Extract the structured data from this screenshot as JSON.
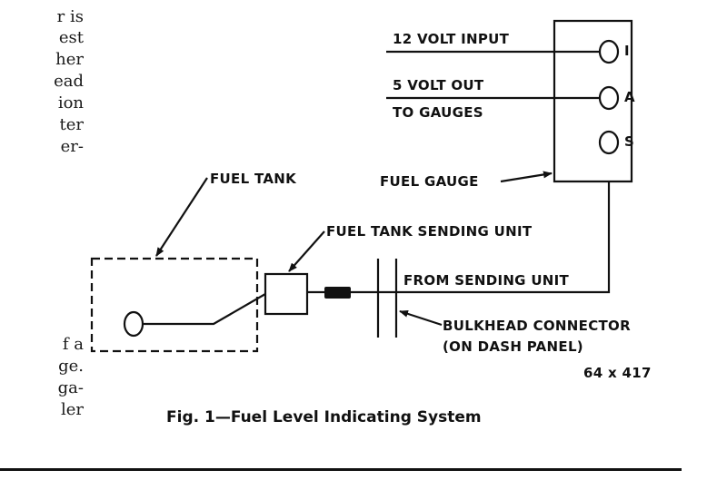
{
  "body_text_top": [
    "r is",
    "est",
    "her",
    "ead",
    "ion",
    "ter",
    "er-"
  ],
  "body_text_bottom": [
    "f a",
    "ge.",
    "ga-",
    "ler"
  ],
  "diagram": {
    "gauge_terminals": [
      "I",
      "A",
      "S"
    ],
    "labels": {
      "volt12_input": "12 VOLT INPUT",
      "volt5_out_line1": "5 VOLT OUT",
      "volt5_out_line2": "TO GAUGES",
      "fuel_gauge": "FUEL GAUGE",
      "fuel_tank": "FUEL TANK",
      "sending_unit": "FUEL TANK SENDING UNIT",
      "from_sending_unit": "FROM SENDING UNIT",
      "bulkhead_line1": "BULKHEAD CONNECTOR",
      "bulkhead_line2": "(ON DASH PANEL)",
      "figure_code": "64 x 417"
    }
  },
  "caption": "Fig. 1—Fuel Level Indicating System"
}
